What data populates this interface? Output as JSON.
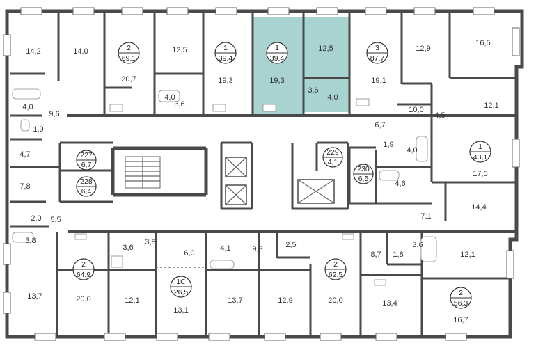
{
  "highlight_color": "#a9d3d1",
  "wall_color": "#4a4a4a",
  "apartments": [
    {
      "id": "apt-69",
      "rooms": "2",
      "area": "69,1"
    },
    {
      "id": "apt-39a",
      "rooms": "1",
      "area": "39,4"
    },
    {
      "id": "apt-39b",
      "rooms": "1",
      "area": "39,4"
    },
    {
      "id": "apt-87",
      "rooms": "3",
      "area": "87,7"
    },
    {
      "id": "apt-43",
      "rooms": "1",
      "area": "43,1"
    },
    {
      "id": "apt-64",
      "rooms": "2",
      "area": "64,9"
    },
    {
      "id": "apt-1c",
      "rooms": "1С",
      "area": "26,5"
    },
    {
      "id": "apt-62",
      "rooms": "2",
      "area": "62,5"
    },
    {
      "id": "apt-56",
      "rooms": "2",
      "area": "56,3"
    }
  ],
  "storage": [
    {
      "id": "227",
      "area": "6,7"
    },
    {
      "id": "228",
      "area": "6,4"
    },
    {
      "id": "229",
      "area": "4,1"
    },
    {
      "id": "230",
      "area": "6,5"
    }
  ],
  "rooms": [
    {
      "id": "r1",
      "v": "14,2"
    },
    {
      "id": "r2",
      "v": "14,0"
    },
    {
      "id": "r3",
      "v": "20,7"
    },
    {
      "id": "r4",
      "v": "12,5"
    },
    {
      "id": "r5",
      "v": "19,3"
    },
    {
      "id": "r6",
      "v": "4,0"
    },
    {
      "id": "r7",
      "v": "3,6"
    },
    {
      "id": "r8",
      "v": "19,3"
    },
    {
      "id": "r9",
      "v": "12,5"
    },
    {
      "id": "r10",
      "v": "3,6"
    },
    {
      "id": "r11",
      "v": "4,0"
    },
    {
      "id": "r12",
      "v": "19,1"
    },
    {
      "id": "r13",
      "v": "12,9"
    },
    {
      "id": "r14",
      "v": "16,5"
    },
    {
      "id": "r15",
      "v": "10,0"
    },
    {
      "id": "r16",
      "v": "4,5"
    },
    {
      "id": "r17",
      "v": "12,1"
    },
    {
      "id": "r18",
      "v": "6,7"
    },
    {
      "id": "r19",
      "v": "1,9"
    },
    {
      "id": "r20",
      "v": "4,0"
    },
    {
      "id": "r21",
      "v": "17,0"
    },
    {
      "id": "r22",
      "v": "4,6"
    },
    {
      "id": "r23",
      "v": "14,4"
    },
    {
      "id": "r24",
      "v": "7,1"
    },
    {
      "id": "r25",
      "v": "4,0"
    },
    {
      "id": "r26",
      "v": "9,6"
    },
    {
      "id": "r27",
      "v": "1,9"
    },
    {
      "id": "r28",
      "v": "4,7"
    },
    {
      "id": "r29",
      "v": "7,8"
    },
    {
      "id": "r30",
      "v": "2,0"
    },
    {
      "id": "r31",
      "v": "5,5"
    },
    {
      "id": "r32",
      "v": "3,8"
    },
    {
      "id": "r33",
      "v": "13,7"
    },
    {
      "id": "r34",
      "v": "20,0"
    },
    {
      "id": "r35",
      "v": "12,1"
    },
    {
      "id": "r36",
      "v": "3,6"
    },
    {
      "id": "r37",
      "v": "3,8"
    },
    {
      "id": "r38",
      "v": "6,0"
    },
    {
      "id": "r39",
      "v": "13,1"
    },
    {
      "id": "r40",
      "v": "4,1"
    },
    {
      "id": "r41",
      "v": "9,3"
    },
    {
      "id": "r42",
      "v": "2,5"
    },
    {
      "id": "r43",
      "v": "13,7"
    },
    {
      "id": "r44",
      "v": "12,9"
    },
    {
      "id": "r45",
      "v": "20,0"
    },
    {
      "id": "r46",
      "v": "8,7"
    },
    {
      "id": "r47",
      "v": "1,8"
    },
    {
      "id": "r48",
      "v": "3,6"
    },
    {
      "id": "r49",
      "v": "12,1"
    },
    {
      "id": "r50",
      "v": "13,4"
    },
    {
      "id": "r51",
      "v": "16,7"
    }
  ]
}
